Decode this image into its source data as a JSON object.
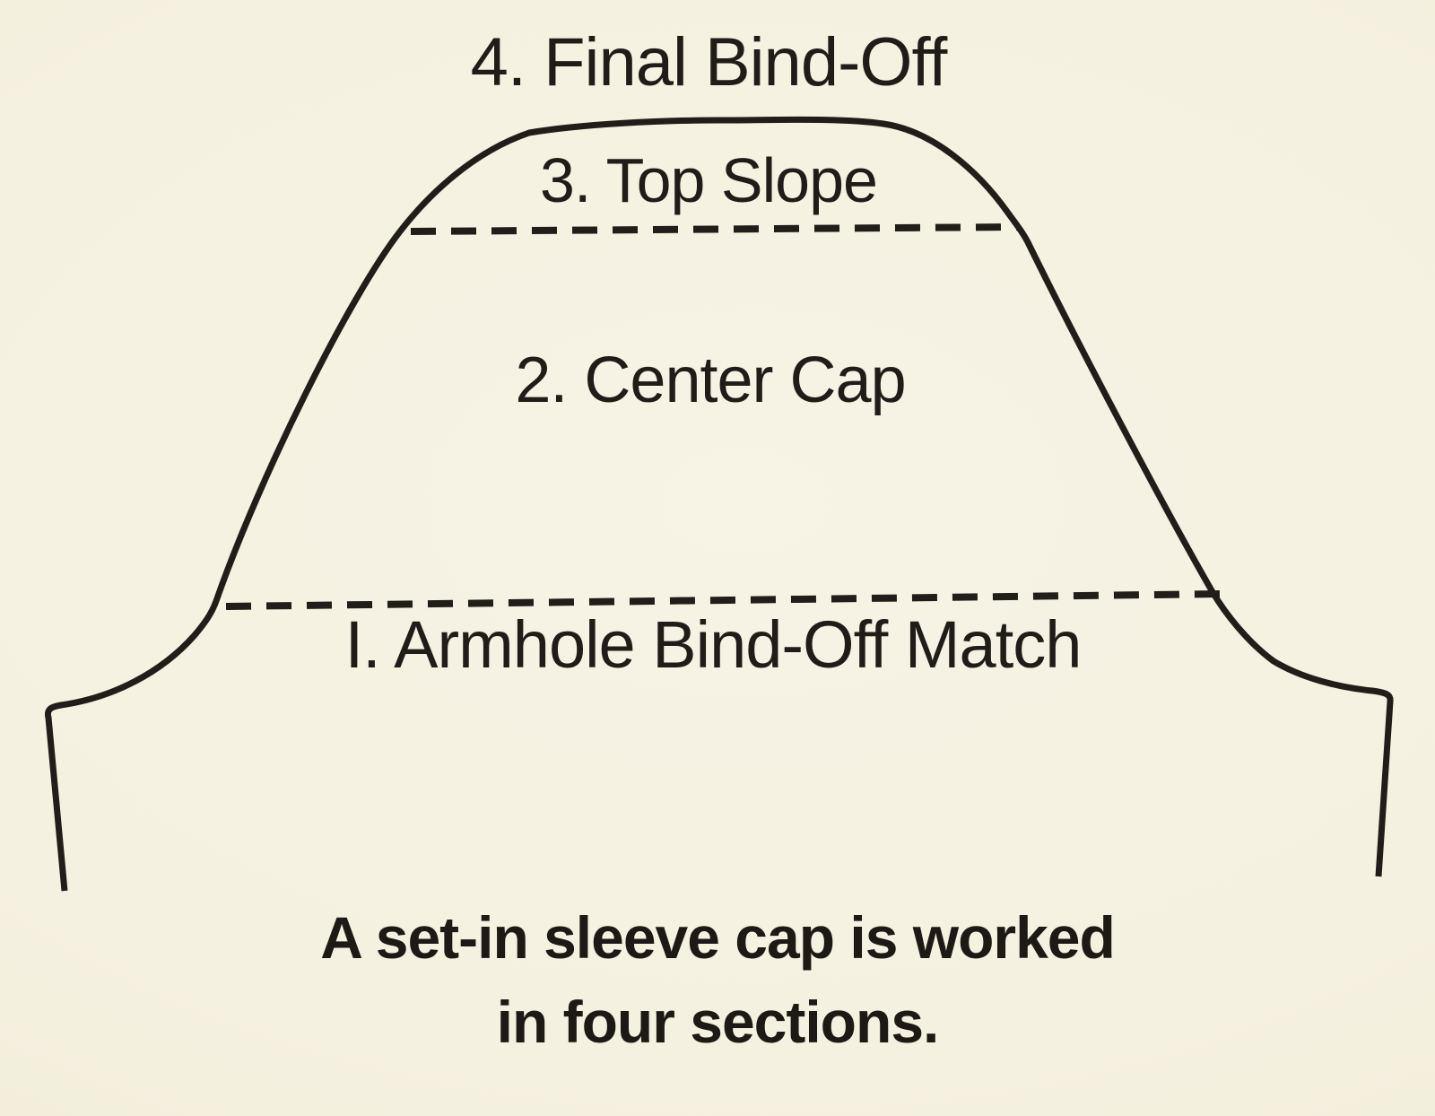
{
  "diagram": {
    "title_context": "set-in sleeve cap diagram",
    "background_color": "#f5f1e0",
    "ink_color": "#211e1a",
    "sections": [
      {
        "number": "4",
        "label": "4. Final Bind-Off"
      },
      {
        "number": "3",
        "label": "3. Top Slope"
      },
      {
        "number": "2",
        "label": "2. Center Cap"
      },
      {
        "number": "1",
        "label": "I. Armhole Bind-Off Match"
      }
    ],
    "caption": {
      "line1": "A set-in sleeve cap is worked",
      "line2": "in four sections."
    }
  }
}
